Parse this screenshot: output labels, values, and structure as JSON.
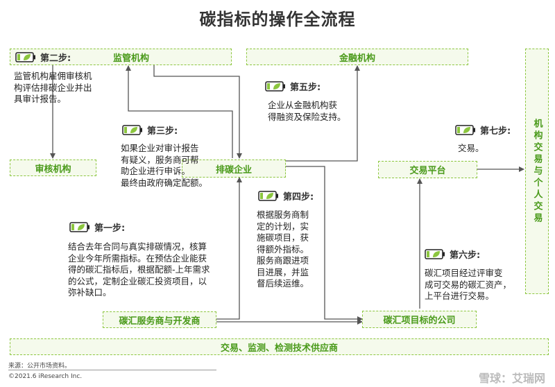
{
  "title": "碳指标的操作全流程",
  "boxes": {
    "regulator": "监管机构",
    "finance": "金融机构",
    "institution_personal": "机构交易与个人交易",
    "auditor": "审核机构",
    "emitter": "排碳企业",
    "trading_platform": "交易平台",
    "service_provider": "碳汇服务商与开发商",
    "project_company": "碳汇项目标的公司",
    "supply_chain": "交易、监测、检测技术供应商"
  },
  "steps": [
    {
      "label": "第一步:",
      "desc": [
        "结合去年合同与真实排碳情况，核算",
        "企业今年所需指标。在预估企业能获",
        "得的碳汇指标后，根据配额-上年需求",
        "的公式，定制企业碳汇投资项目，以",
        "弥补缺口。"
      ]
    },
    {
      "label": "第二步:",
      "desc": [
        "监管机构雇佣审核机",
        "构评估排碳企业并出",
        "具审计报告。"
      ]
    },
    {
      "label": "第三步:",
      "desc": [
        "如果企业对审计报告",
        "有疑义，服务商可帮",
        "助企业进行申诉。",
        "最终由政府确定配额。"
      ]
    },
    {
      "label": "第四步:",
      "desc": [
        "根据服务商制",
        "定的计划，实",
        "施碳项目，获",
        "得额外指标。",
        "服务商跟进项",
        "目进展，并监",
        "督后续运维。"
      ]
    },
    {
      "label": "第五步:",
      "desc": [
        "企业从金融机构获",
        "得融资及保险支持。"
      ]
    },
    {
      "label": "第六步:",
      "desc": [
        "碳汇项目经过评审变",
        "成可交易的碳汇资产，",
        "上平台进行交易。"
      ]
    },
    {
      "label": "第七步:",
      "desc": [
        "交易。"
      ]
    }
  ],
  "source": "来源：公开市场资料。",
  "copyright": "©2021.6 iResearch Inc.",
  "watermark": "雪球：艾瑞网",
  "colors": {
    "accent": "#8cc63f",
    "box_fill": "#f5faec",
    "label_green": "#4a9a1a",
    "arrow": "#555555"
  }
}
